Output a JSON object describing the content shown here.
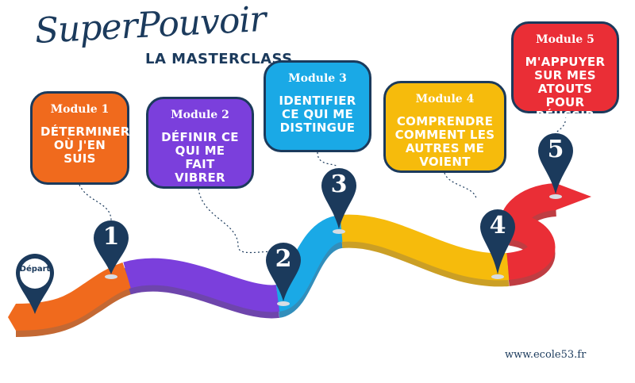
{
  "brand": {
    "title": "SuperPouvoir",
    "subtitle": "LA MASTERCLASS"
  },
  "start_label": "Départ",
  "modules": [
    {
      "label": "Module 1",
      "text": "Déterminer où j'en suis",
      "number": "1",
      "color": "#f06a1d"
    },
    {
      "label": "Module 2",
      "text": "Définir ce qui me fait vibrer",
      "number": "2",
      "color": "#7b3fdc"
    },
    {
      "label": "Module 3",
      "text": "Identifier ce qui me distingue",
      "number": "3",
      "color": "#1aa9e6"
    },
    {
      "label": "Module 4",
      "text": "Comprendre comment les autres me voient",
      "number": "4",
      "color": "#f6bb0c"
    },
    {
      "label": "Module 5",
      "text": "M'appuyer sur mes atouts pour réussir",
      "number": "5",
      "color": "#ea2e36"
    }
  ],
  "website": "www.ecole53.fr",
  "colors": {
    "navy": "#1b3a5c"
  }
}
